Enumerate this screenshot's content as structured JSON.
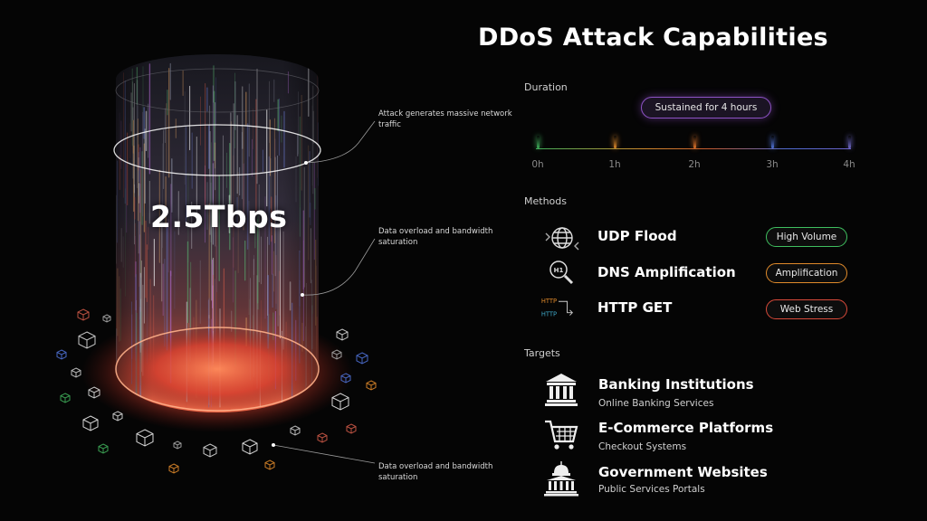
{
  "title": "DDoS Attack Capabilities",
  "visual": {
    "peak_value": "2.5Tbps",
    "annotations": [
      "Attack generates massive network traffic",
      "Data overload and bandwidth saturation",
      "Data overload and bandwidth saturation"
    ]
  },
  "duration": {
    "label": "Duration",
    "pill": "Sustained for 4 hours",
    "ticks": [
      "0h",
      "1h",
      "2h",
      "3h",
      "4h"
    ],
    "tick_colors": [
      "#3fae5a",
      "#e08a2a",
      "#e0742a",
      "#4f72d8",
      "#6f68c8"
    ]
  },
  "methods": {
    "label": "Methods",
    "items": [
      {
        "name": "UDP Flood",
        "badge": "High Volume",
        "badge_color": "#3fbf5f",
        "icon": "globe-icon"
      },
      {
        "name": "DNS Amplification",
        "badge": "Amplification",
        "badge_color": "#e08a2a",
        "icon": "magnifier-icon"
      },
      {
        "name": "HTTP GET",
        "badge": "Web Stress",
        "badge_color": "#d84a3a",
        "icon": "http-arrows-icon",
        "icon_text": [
          "HTTP",
          "HTTP"
        ]
      }
    ]
  },
  "targets": {
    "label": "Targets",
    "items": [
      {
        "name": "Banking Institutions",
        "sub": "Online Banking Services",
        "icon": "bank-icon"
      },
      {
        "name": "E-Commerce Platforms",
        "sub": "Checkout Systems",
        "icon": "shopping-cart-icon"
      },
      {
        "name": "Government Websites",
        "sub": "Public Services Portals",
        "icon": "capitol-building-icon"
      }
    ]
  }
}
